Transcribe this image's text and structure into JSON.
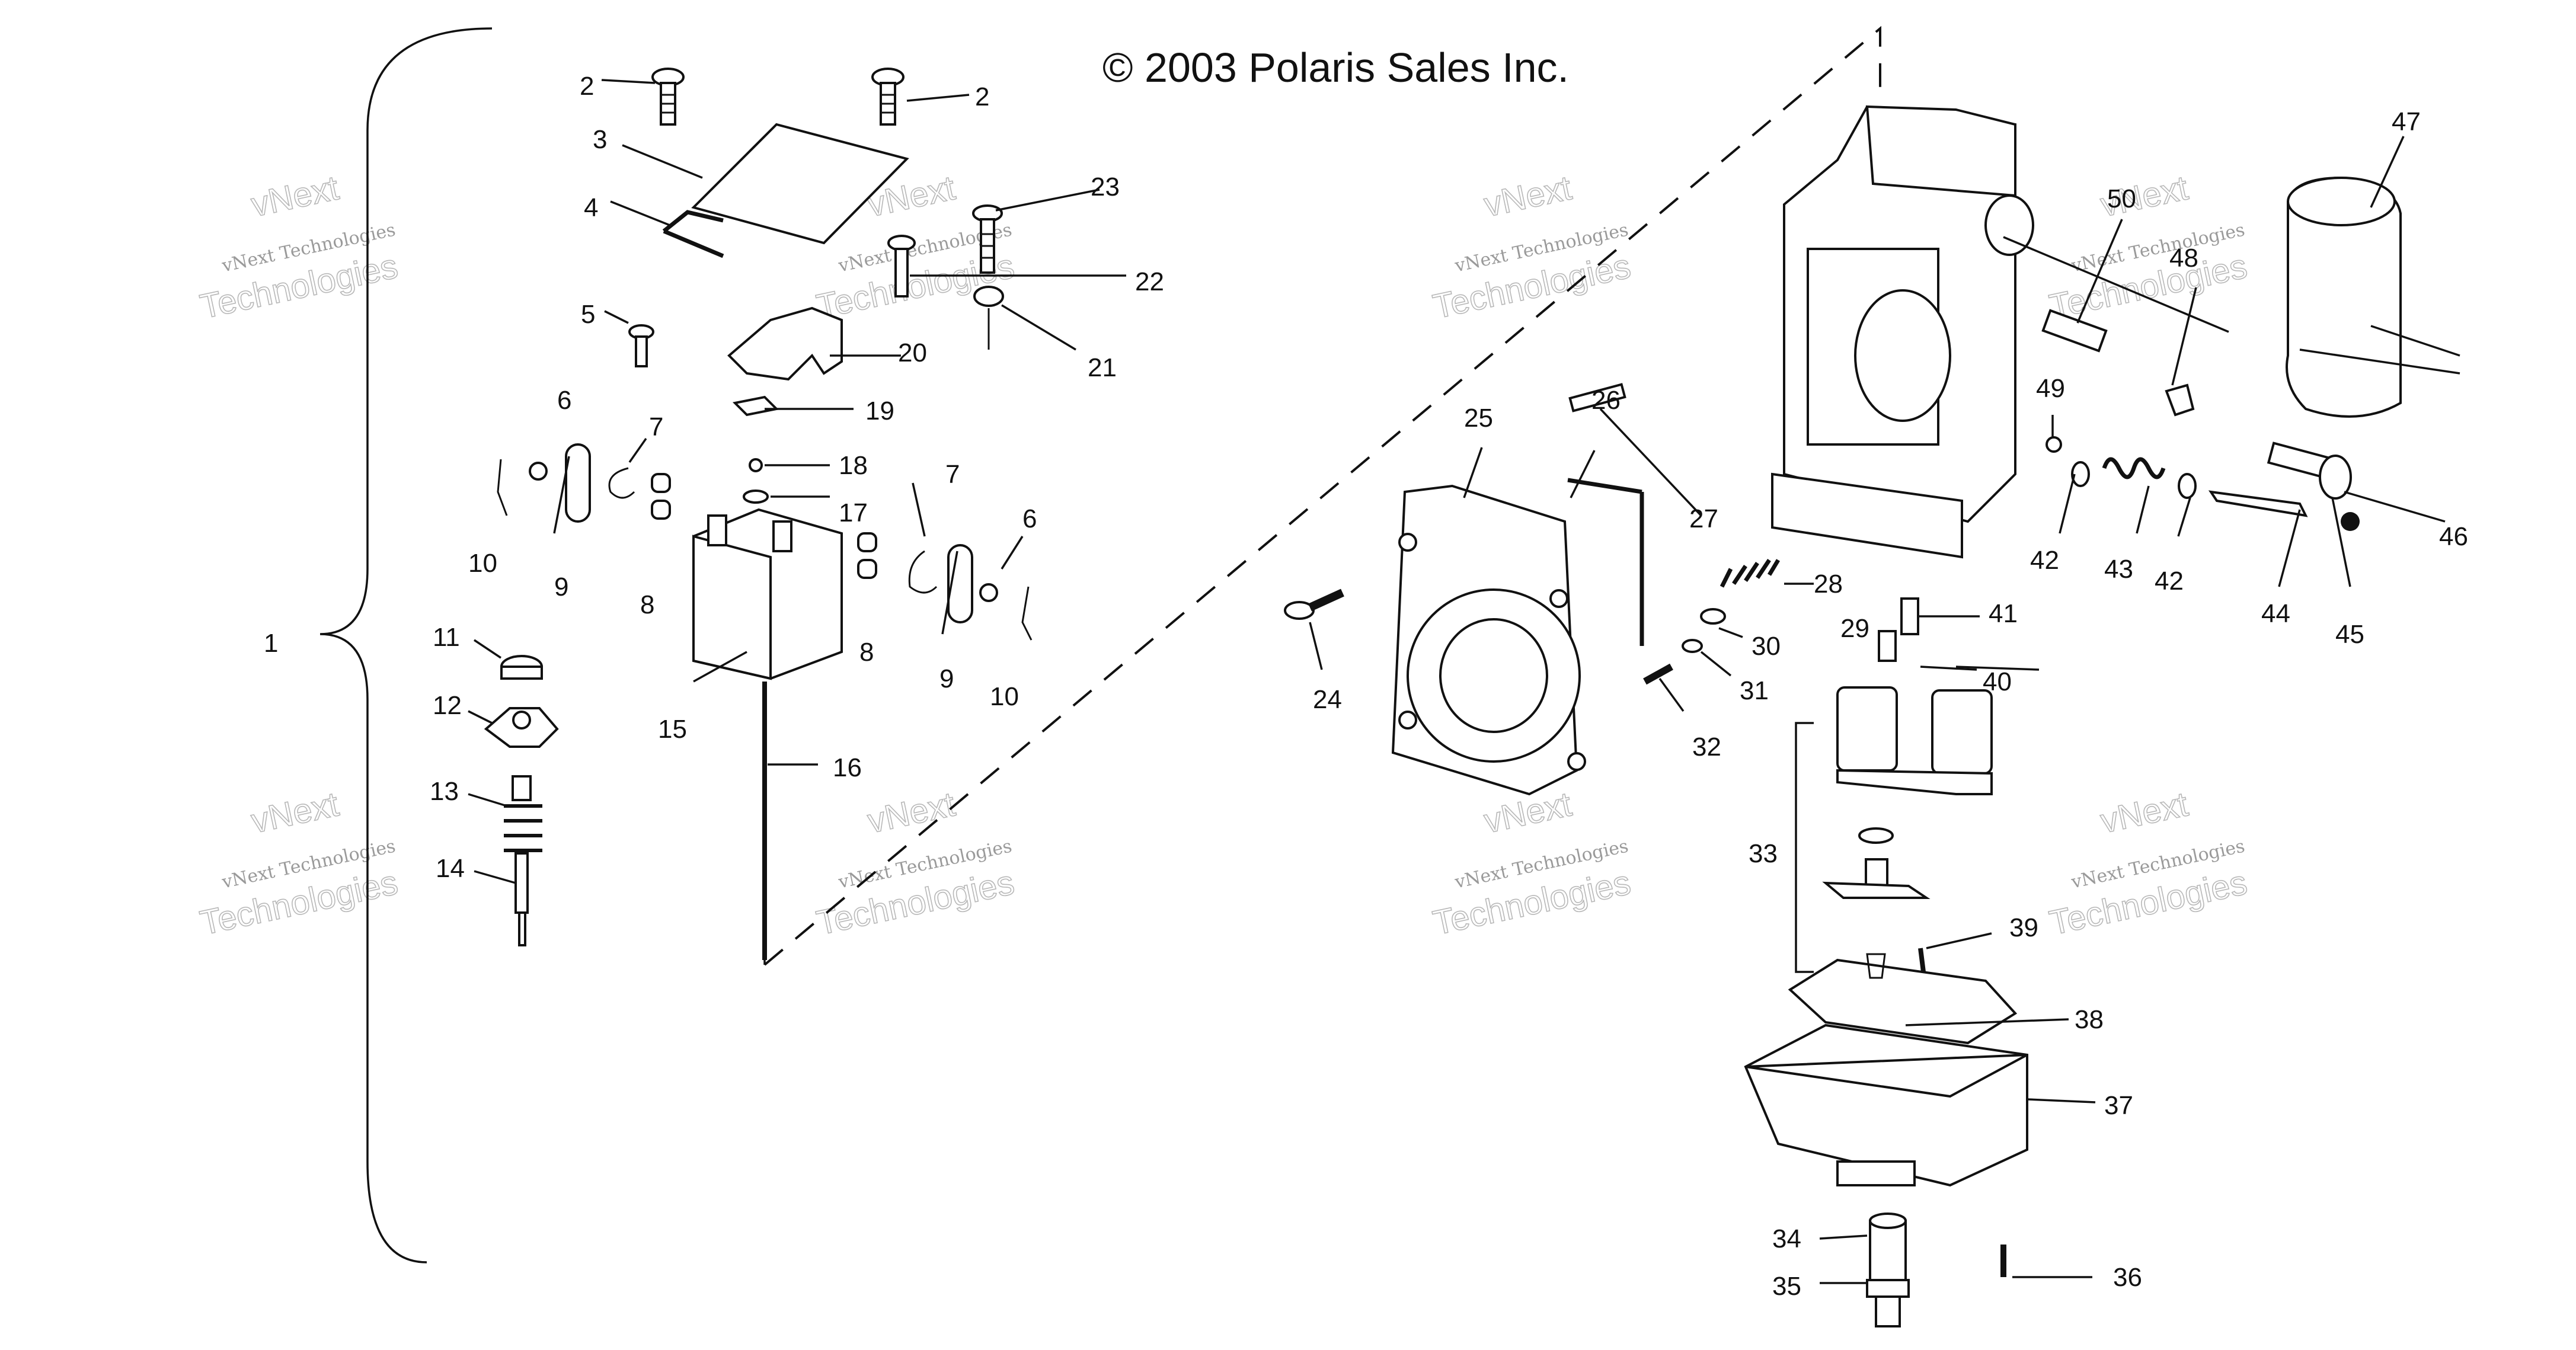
{
  "copyright": "© 2003 Polaris Sales Inc.",
  "watermark": {
    "line1": "vNext",
    "line2": "vNext Technologies",
    "line3": "Technologies"
  },
  "callouts": {
    "c1": "1",
    "c2a": "2",
    "c2b": "2",
    "c3": "3",
    "c4": "4",
    "c5": "5",
    "c6a": "6",
    "c6b": "6",
    "c7a": "7",
    "c7b": "7",
    "c8a": "8",
    "c8b": "8",
    "c9a": "9",
    "c9b": "9",
    "c10a": "10",
    "c10b": "10",
    "c11": "11",
    "c12": "12",
    "c13": "13",
    "c14": "14",
    "c15": "15",
    "c16": "16",
    "c17": "17",
    "c18": "18",
    "c19": "19",
    "c20": "20",
    "c21": "21",
    "c22": "22",
    "c23": "23",
    "c24": "24",
    "c25": "25",
    "c26": "26",
    "c27": "27",
    "c28": "28",
    "c29": "29",
    "c30": "30",
    "c31": "31",
    "c32": "32",
    "c33": "33",
    "c34": "34",
    "c35": "35",
    "c36": "36",
    "c37": "37",
    "c38": "38",
    "c39": "39",
    "c40": "40",
    "c41": "41",
    "c42a": "42",
    "c42b": "42",
    "c43": "43",
    "c44": "44",
    "c45": "45",
    "c46": "46",
    "c47": "47",
    "c48": "48",
    "c49": "49",
    "c50": "50"
  }
}
